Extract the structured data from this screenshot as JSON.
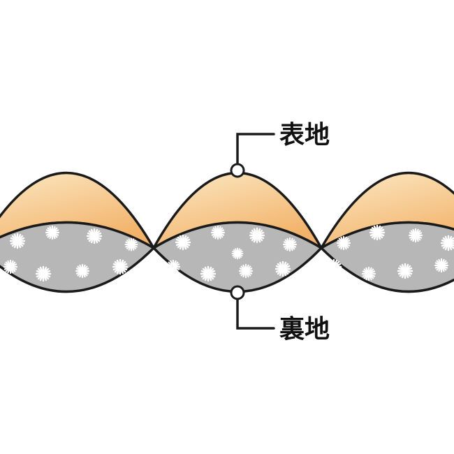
{
  "diagram_title": "quilted fabric cross-section",
  "labels": {
    "top": "表地",
    "bottom": "裏地"
  },
  "colors": {
    "background": "#ffffff",
    "outline": "#1a1a1a",
    "fabric_light": "#fce9c5",
    "fabric_dark": "#f2b269",
    "lining": "#b7b7b7",
    "down": "#ffffff",
    "callout": "#1a1a1a",
    "marker_fill": "#ffffff",
    "text": "#111111"
  }
}
